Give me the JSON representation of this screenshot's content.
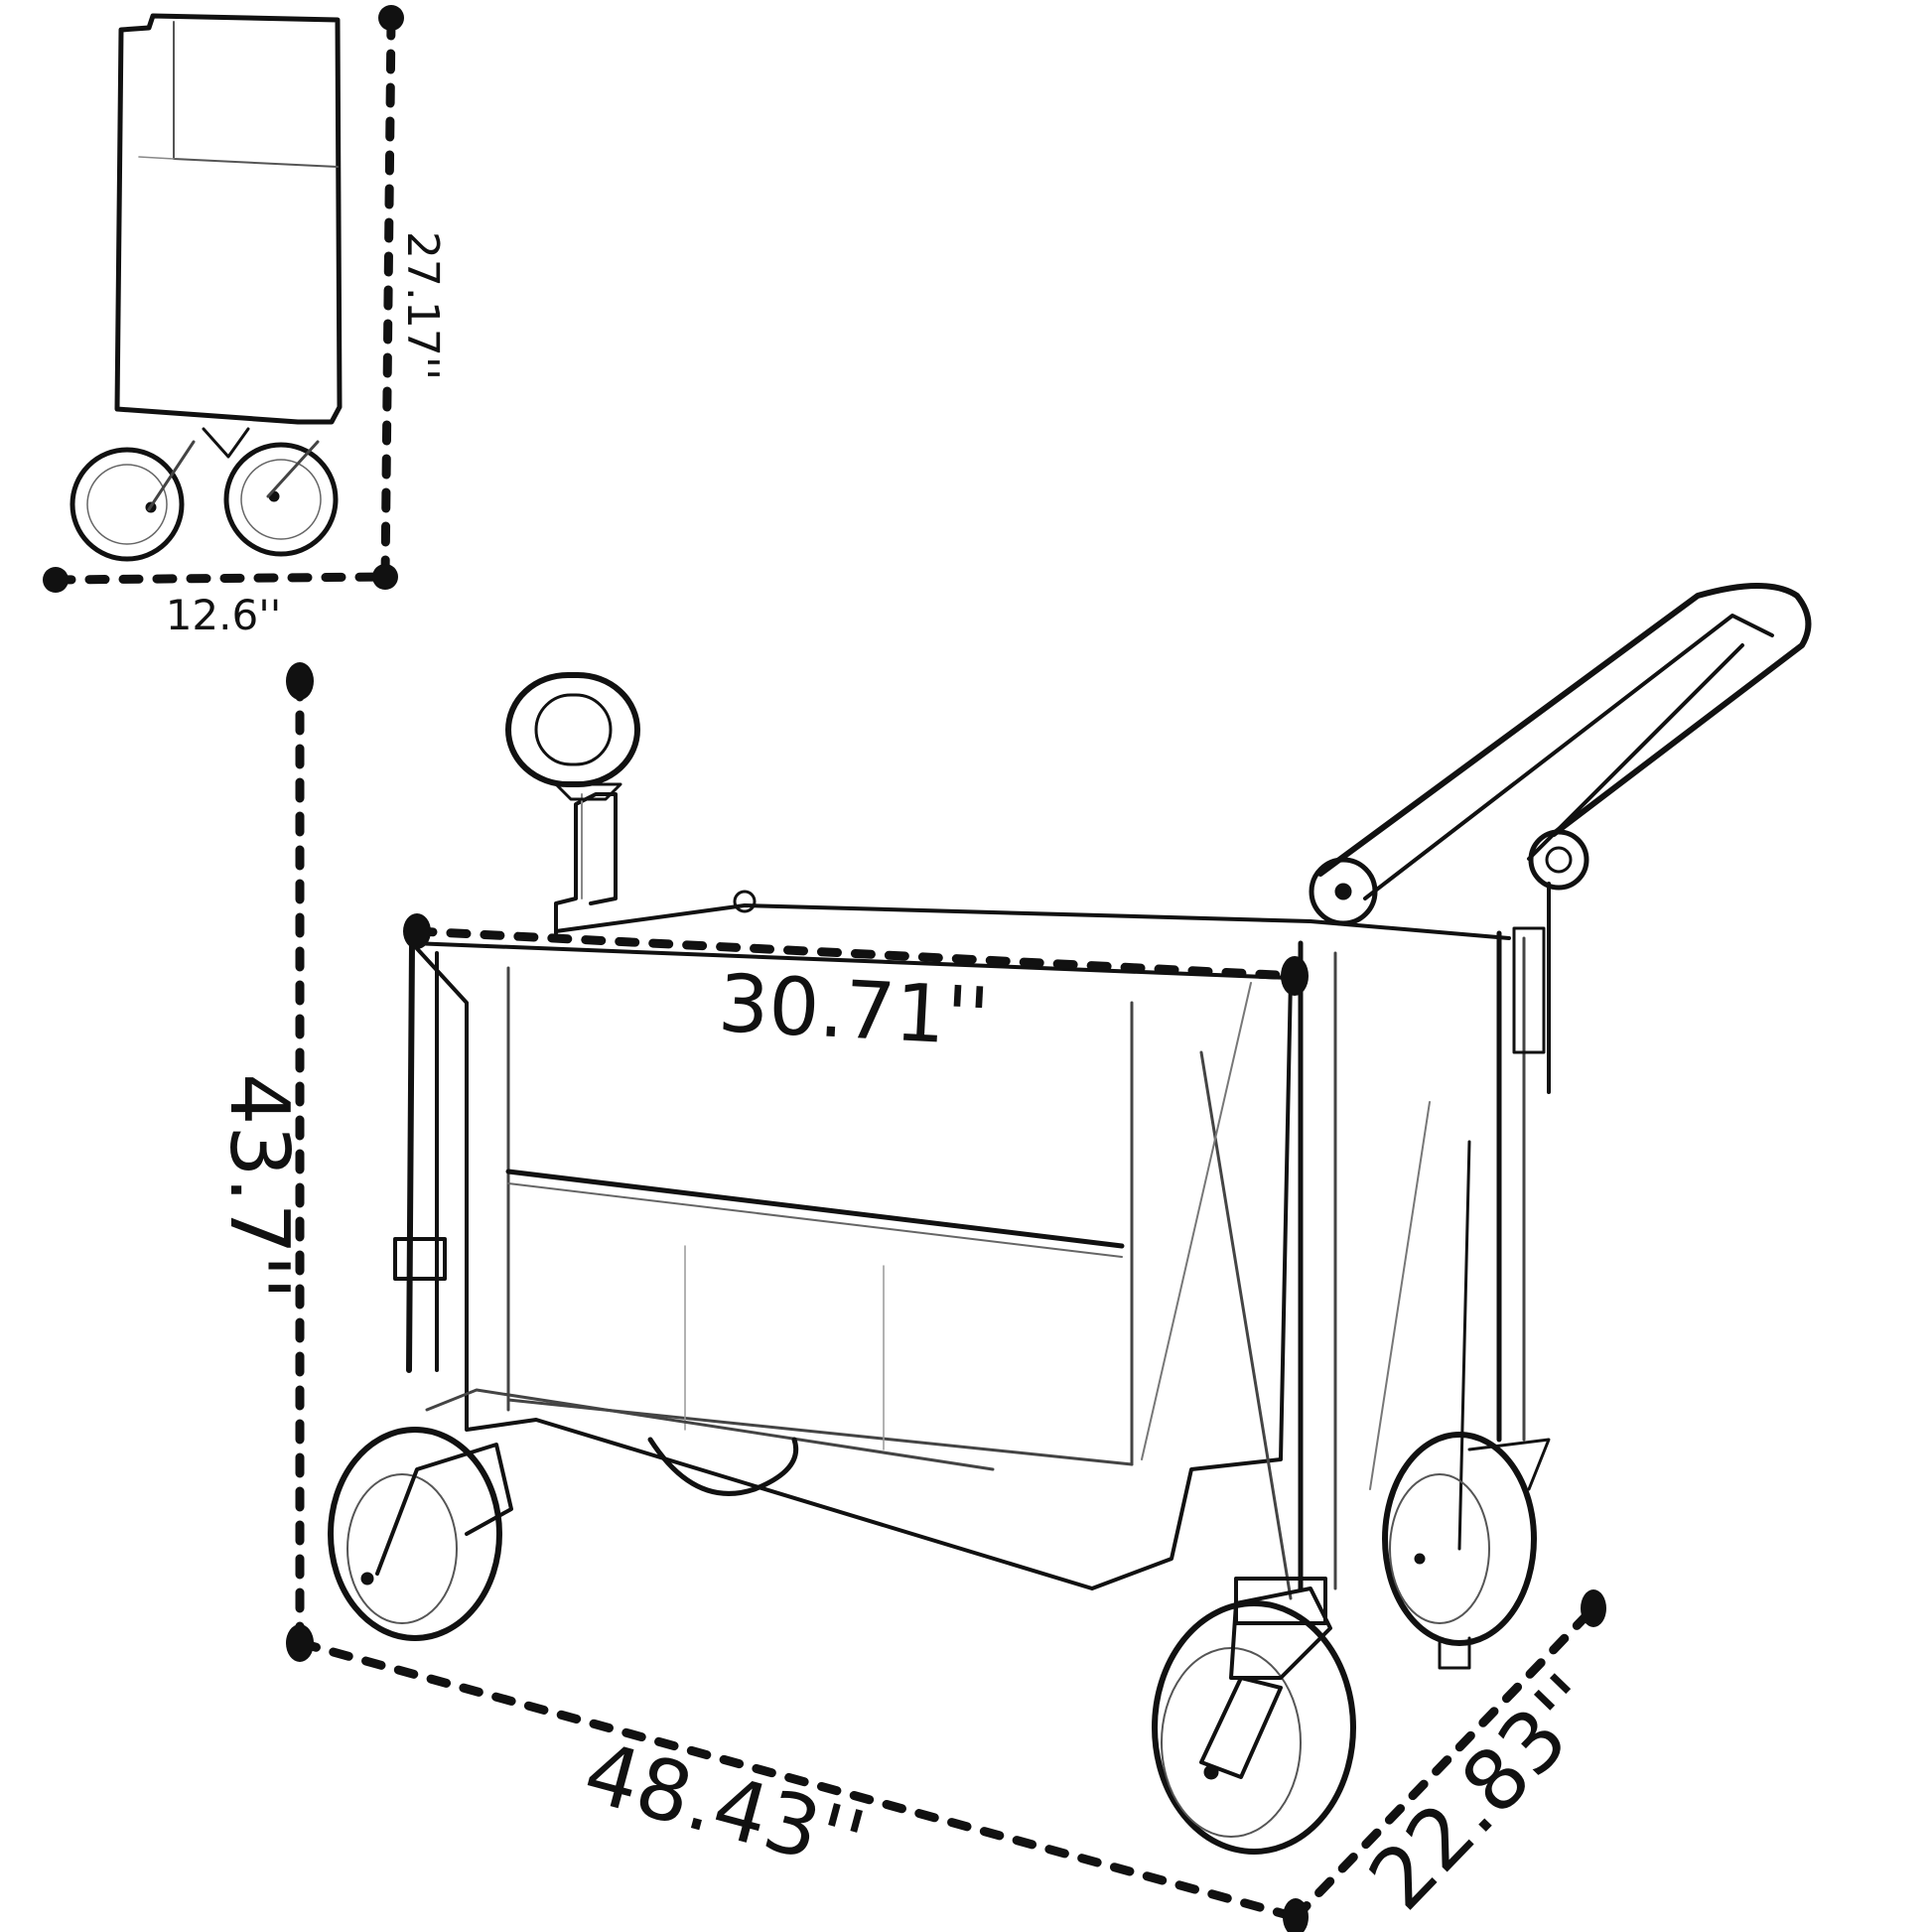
{
  "diagram": {
    "subject": "Folding wagon cart",
    "colors": {
      "line": "#111111",
      "background": "#ffffff"
    },
    "folded_view": {
      "height_label": "27.17''",
      "width_label": "12.6''"
    },
    "unfolded_view": {
      "height_label": "43.7''",
      "inner_length_label": "30.71''",
      "length_label": "48.43''",
      "width_label": "22.83''"
    }
  }
}
